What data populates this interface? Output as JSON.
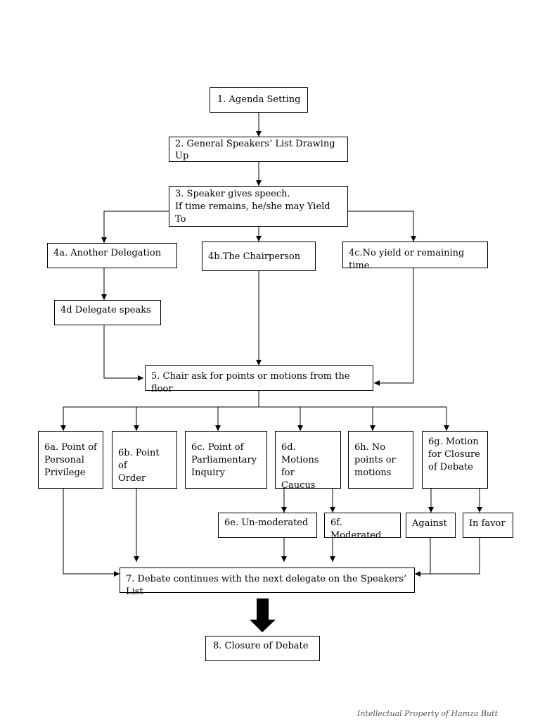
{
  "nodes": {
    "n1": "1. Agenda Setting",
    "n2": "2. General Speakers’ List Drawing\nUp",
    "n3": "3. Speaker gives speech.\nIf time remains, he/she may Yield To",
    "n4a": "4a. Another Delegation",
    "n4b": "4b.The Chairperson",
    "n4c": "4c.No yield or remaining time",
    "n4d": "4d Delegate speaks",
    "n5": "5. Chair ask for points or motions from the floor",
    "n6a": "6a. Point of\nPersonal\nPrivilege",
    "n6b": "6b. Point of\nOrder",
    "n6c": "6c. Point of\nParliamentary\nInquiry",
    "n6d": "6d.\nMotions for\nCaucus",
    "n6h": "6h. No\npoints or\nmotions",
    "n6g": "6g. Motion\nfor Closure\nof Debate",
    "n6e": "6e. Un-moderated",
    "n6f": "6f. Moderated",
    "against": "Against",
    "infavor": "In favor",
    "n7": "7. Debate continues with the next delegate on the Speakers’ List",
    "n8": "8. Closure of Debate"
  },
  "footer": "Intellectual Property of Hamza Butt"
}
